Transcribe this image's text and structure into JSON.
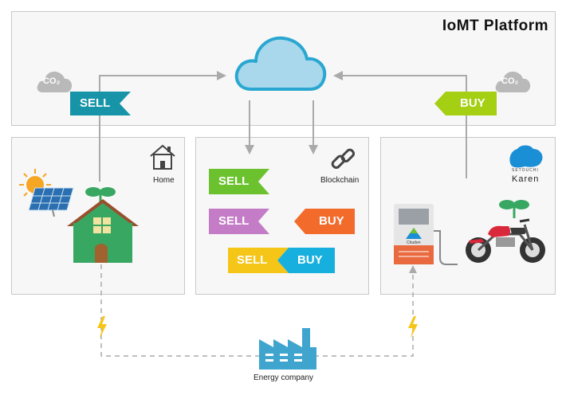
{
  "platform": {
    "title": "IoMT Platform"
  },
  "co2": {
    "left": "CO₂",
    "right": "CO₂"
  },
  "flags": {
    "left_sell": "SELL",
    "right_buy": "BUY"
  },
  "home": {
    "label": "Home"
  },
  "blockchain": {
    "label": "Blockchain",
    "tags": {
      "sell_green": "SELL",
      "sell_purple": "SELL",
      "buy_orange": "BUY",
      "pair_sell": "SELL",
      "pair_buy": "BUY"
    }
  },
  "ev": {
    "brand_small": "SETOUCHI",
    "brand_name": "Karen",
    "station_logo": "Chuden"
  },
  "energy": {
    "label": "Energy company"
  },
  "colors": {
    "teal_flag": "#1794a8",
    "lime_flag": "#a5cf12",
    "green_tag": "#6cc22e",
    "purple_tag": "#c47cc6",
    "orange_tag": "#f26b2b",
    "yellow_tag": "#f5c518",
    "blue_tag": "#17b0de",
    "cloud": "#a9d8ec",
    "house": "#38a762",
    "roof": "#9a4e2c",
    "moto": "#d9283a",
    "factory": "#3fa5cf",
    "arrow": "#aaaaaa"
  }
}
